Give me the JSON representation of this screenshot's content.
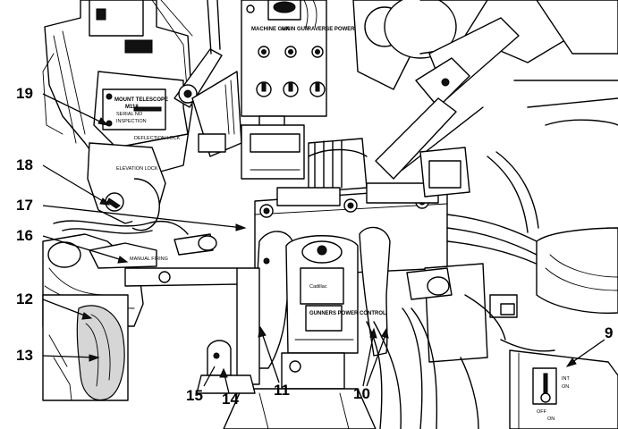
{
  "callouts": {
    "c9": "9",
    "c10": "10",
    "c11": "11",
    "c12": "12",
    "c13": "13",
    "c14": "14",
    "c15": "15",
    "c16": "16",
    "c17": "17",
    "c18": "18",
    "c19": "19"
  },
  "plates": {
    "gun_labels": [
      "MACHINE GUN",
      "MAIN GUN",
      "TRAVERSE POWER"
    ],
    "telescope_title": "MOUNT TELESCOPE",
    "telescope_model": "M118",
    "telescope_serial": "SERIAL NO",
    "telescope_inspection": "INSPECTION",
    "deflection": "DEFLECTION LOCK",
    "elevation": "ELEVATION LOCK",
    "manual_firing": "MANUAL FIRING",
    "control_brand": "Cadillac",
    "gunners_control": "GUNNERS POWER CONTROL",
    "switch_int": "INT",
    "switch_on": "ON",
    "switch_off": "OFF",
    "switch_off2": "ON"
  },
  "colors": {
    "line": "#000000",
    "background": "#ffffff"
  }
}
